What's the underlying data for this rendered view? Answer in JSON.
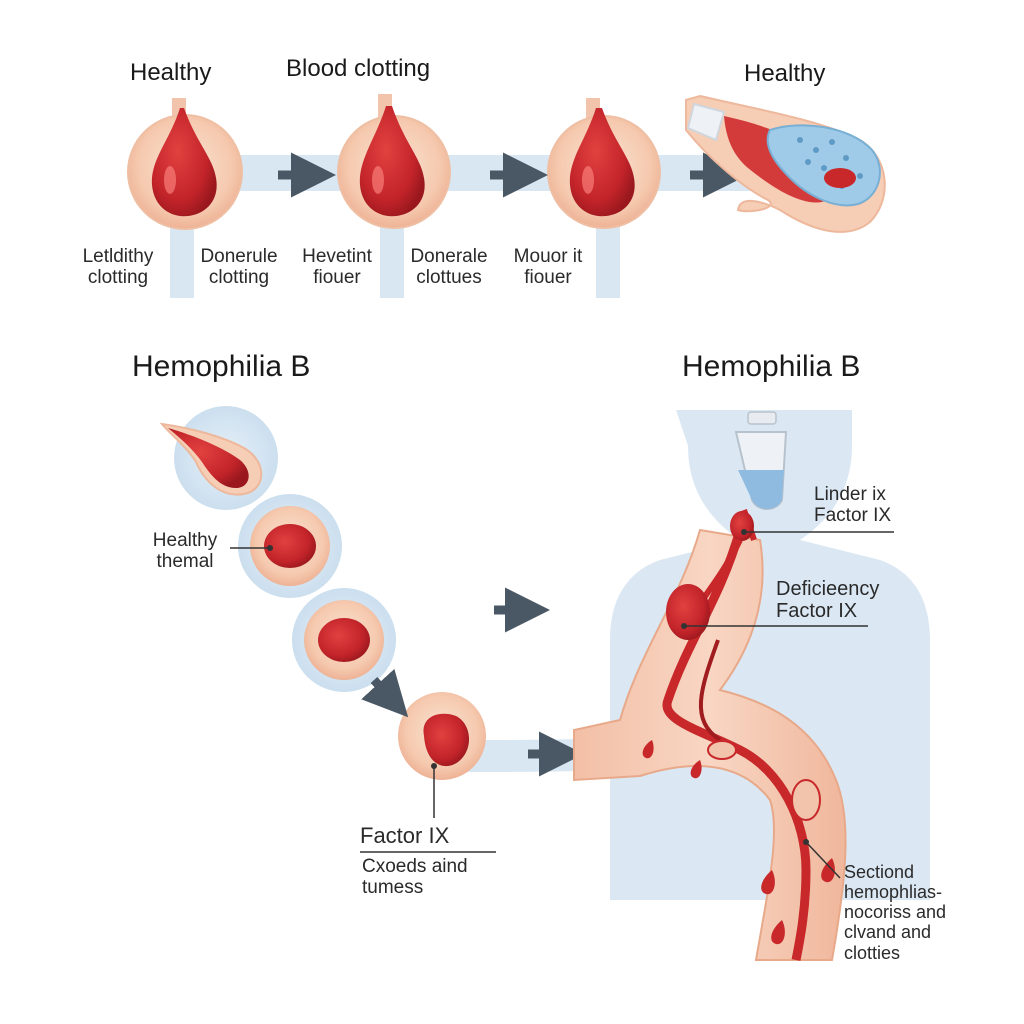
{
  "top": {
    "headings": [
      "Healthy",
      "Blood clotting",
      "Healthy"
    ],
    "captions": [
      {
        "line1": "Letldithy",
        "line2": "clotting"
      },
      {
        "line1": "Donerule",
        "line2": "clotting"
      },
      {
        "line1": "Hevetint",
        "line2": "fiouer"
      },
      {
        "line1": "Donerale",
        "line2": "clottues"
      },
      {
        "line1": "Mouor it",
        "line2": "fiouer"
      }
    ]
  },
  "bottom": {
    "heading_left": "Hemophilia B",
    "heading_right": "Hemophilia B",
    "healthy_label": {
      "line1": "Healthy",
      "line2": "themal"
    },
    "factor_title": "Factor IX",
    "factor_sub": {
      "line1": "Cxoeds aind",
      "line2": "tumess"
    },
    "linder": {
      "line1": "Linder ix",
      "line2": "Factor IX"
    },
    "deficiency": {
      "line1": "Deficieency",
      "line2": "Factor IX"
    },
    "sectiond": {
      "line1": "Sectiond",
      "line2": "hemophlias-",
      "line3": "nocoriss and",
      "line4": "clvand and",
      "line5": "clotties"
    }
  },
  "colors": {
    "blood": "#c8282a",
    "blood_dark": "#a01c1f",
    "tissue": "#f6cdb5",
    "pale_blue": "#d6e6f3",
    "body_blue": "#dbe8f4",
    "arrow": "#4a5866"
  }
}
